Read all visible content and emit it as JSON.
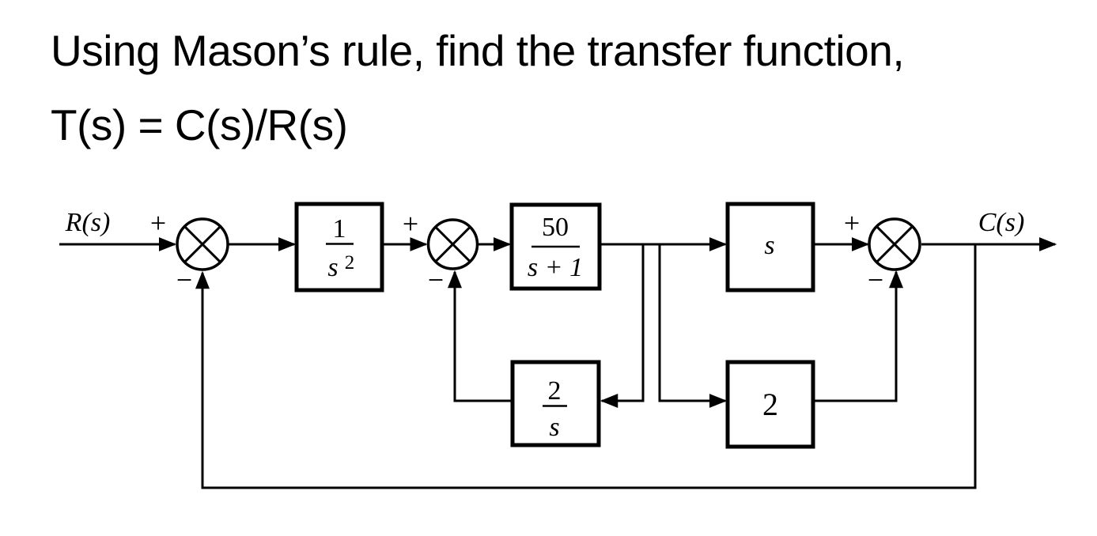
{
  "title": {
    "line1": "Using Mason’s rule, find the transfer function,",
    "line2": "T(s) = C(s)/R(s)"
  },
  "colors": {
    "ink": "#000000",
    "background": "#ffffff"
  },
  "diagram": {
    "input_label": "R(s)",
    "output_label": "C(s)",
    "junctions": {
      "j1": {
        "plus": "+",
        "minus": "−"
      },
      "j2": {
        "plus": "+",
        "minus": "−"
      },
      "j3": {
        "plus": "+",
        "minus": "−"
      }
    },
    "blocks": {
      "integrator": {
        "num": "1",
        "den_base": "s",
        "den_exp": "2"
      },
      "plant": {
        "num": "50",
        "den": "s + 1"
      },
      "derivative": {
        "label": "s"
      },
      "inner_feedback": {
        "num": "2",
        "den": "s"
      },
      "gain": {
        "label": "2"
      }
    }
  }
}
